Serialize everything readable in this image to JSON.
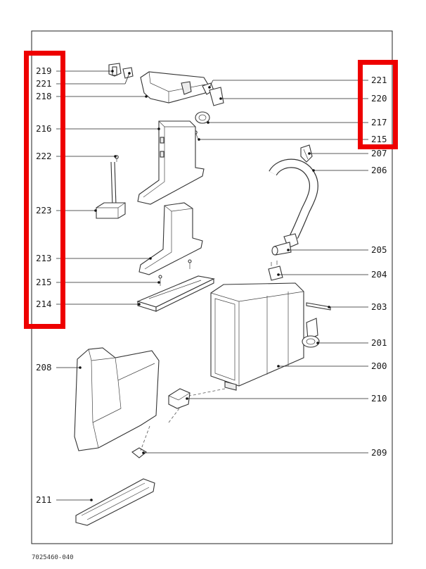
{
  "document_code": "7025460-040",
  "highlight_color": "#ee0000",
  "parts": [
    {
      "id": "p219",
      "number": "219"
    },
    {
      "id": "p221a",
      "number": "221"
    },
    {
      "id": "p218",
      "number": "218"
    },
    {
      "id": "p216",
      "number": "216"
    },
    {
      "id": "p222",
      "number": "222"
    },
    {
      "id": "p223",
      "number": "223"
    },
    {
      "id": "p213",
      "number": "213"
    },
    {
      "id": "p215a",
      "number": "215"
    },
    {
      "id": "p214",
      "number": "214"
    },
    {
      "id": "p208",
      "number": "208"
    },
    {
      "id": "p211",
      "number": "211"
    },
    {
      "id": "p221b",
      "number": "221"
    },
    {
      "id": "p220",
      "number": "220"
    },
    {
      "id": "p217",
      "number": "217"
    },
    {
      "id": "p215b",
      "number": "215"
    },
    {
      "id": "p207",
      "number": "207"
    },
    {
      "id": "p206",
      "number": "206"
    },
    {
      "id": "p205",
      "number": "205"
    },
    {
      "id": "p204",
      "number": "204"
    },
    {
      "id": "p203",
      "number": "203"
    },
    {
      "id": "p201",
      "number": "201"
    },
    {
      "id": "p200",
      "number": "200"
    },
    {
      "id": "p210",
      "number": "210"
    },
    {
      "id": "p209",
      "number": "209"
    }
  ]
}
